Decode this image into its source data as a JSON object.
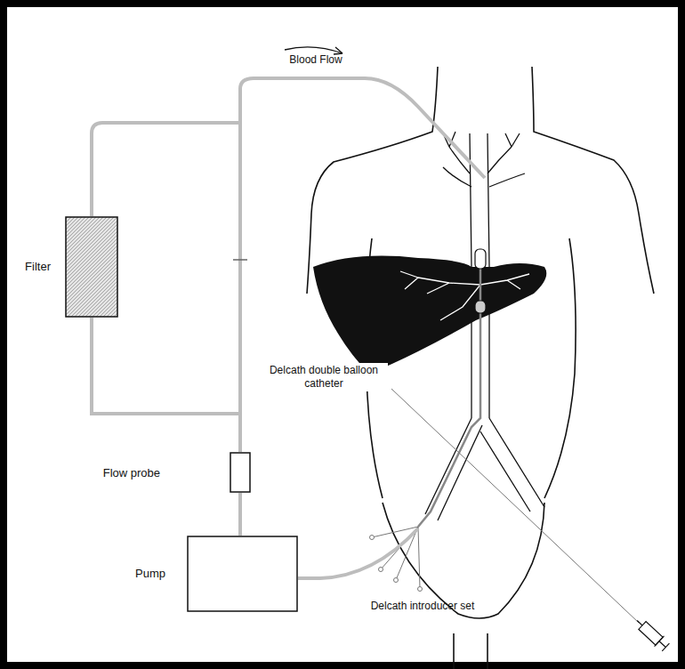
{
  "diagram": {
    "nodes": [
      {
        "text": [
          "Filter"
        ]
      },
      {
        "text": [
          "Flow probe"
        ]
      },
      {
        "text": [
          "Pump"
        ]
      }
    ],
    "edges": [
      {
        "from": 2,
        "to": 1,
        "arrow": "none"
      },
      {
        "from": 1,
        "to": 0,
        "arrow": "none"
      }
    ],
    "labels": [
      "Blood Flow",
      "Delcath double balloon catheter",
      "Delcath introducer set"
    ]
  }
}
